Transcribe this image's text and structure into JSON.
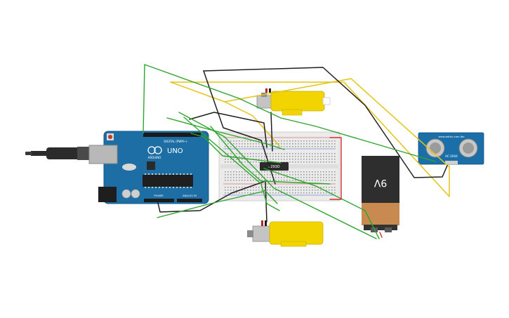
{
  "arduino": {
    "logo_text": "UNO",
    "brand_text": "ARDUINO",
    "digital_header_text": "DIGITAL (PWM~)",
    "power_header_text": "POWER",
    "analog_header_text": "ANALOG IN"
  },
  "breadboard": {
    "chip_label": "L293D"
  },
  "battery": {
    "label": "9V"
  },
  "ultrasonic_sensor": {
    "model_text": "HC-SR04",
    "vendor_text": "www.bafeu.com.lbe"
  },
  "colors": {
    "wire_green": "#2fa52f",
    "wire_yellow": "#e5c417",
    "wire_black": "#1f1f1f",
    "wire_red": "#d62b2b",
    "arduino_board": "#1c6ea4",
    "sensor_board": "#1a6fa8",
    "motor_body": "#f2d500",
    "battery_body": "#2e2e2e",
    "battery_cap": "#c98a52",
    "breadboard": "#e9e9e9"
  }
}
